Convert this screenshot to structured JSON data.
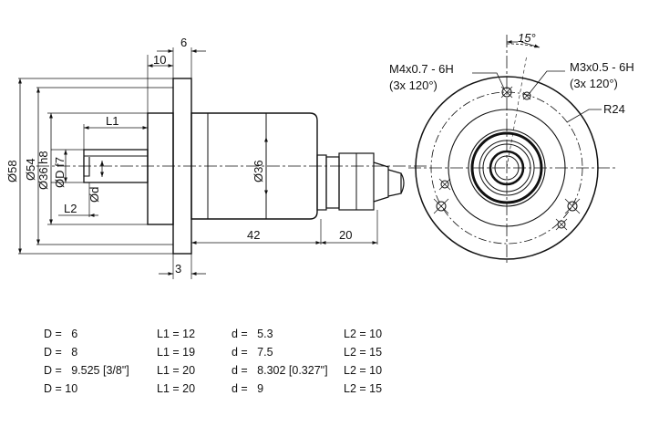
{
  "side_view": {
    "dims": {
      "flange_width": "6",
      "flange_offset": "10",
      "body_length": "42",
      "cable_length": "20",
      "flange_thickness": "3",
      "shaft_length": "L1",
      "shaft_flat": "L2",
      "flat_diameter": "Ød",
      "shaft_diameter": "ØD f7",
      "pilot_diameter": "Ø36 h8",
      "bolt_circle": "Ø54",
      "flange_diameter": "Ø58",
      "body_diameter": "Ø36"
    }
  },
  "front_view": {
    "angle": "15°",
    "thread_left": "M4x0.7 - 6H",
    "thread_left_pattern": "(3x 120°)",
    "thread_right": "M3x0.5 - 6H",
    "thread_right_pattern": "(3x 120°)",
    "radius": "R24"
  },
  "variants": [
    {
      "D": "D =   6",
      "L1": "L1 = 12",
      "d": "d =   5.3",
      "L2": "L2 = 10"
    },
    {
      "D": "D =   8",
      "L1": "L1 = 19",
      "d": "d =   7.5",
      "L2": "L2 = 15"
    },
    {
      "D": "D =   9.525 [3/8\"]",
      "L1": "L1 = 20",
      "d": "d =   8.302 [0.327\"]",
      "L2": "L2 = 10"
    },
    {
      "D": "D = 10",
      "L1": "L1 = 20",
      "d": "d =   9",
      "L2": "L2 = 15"
    }
  ]
}
